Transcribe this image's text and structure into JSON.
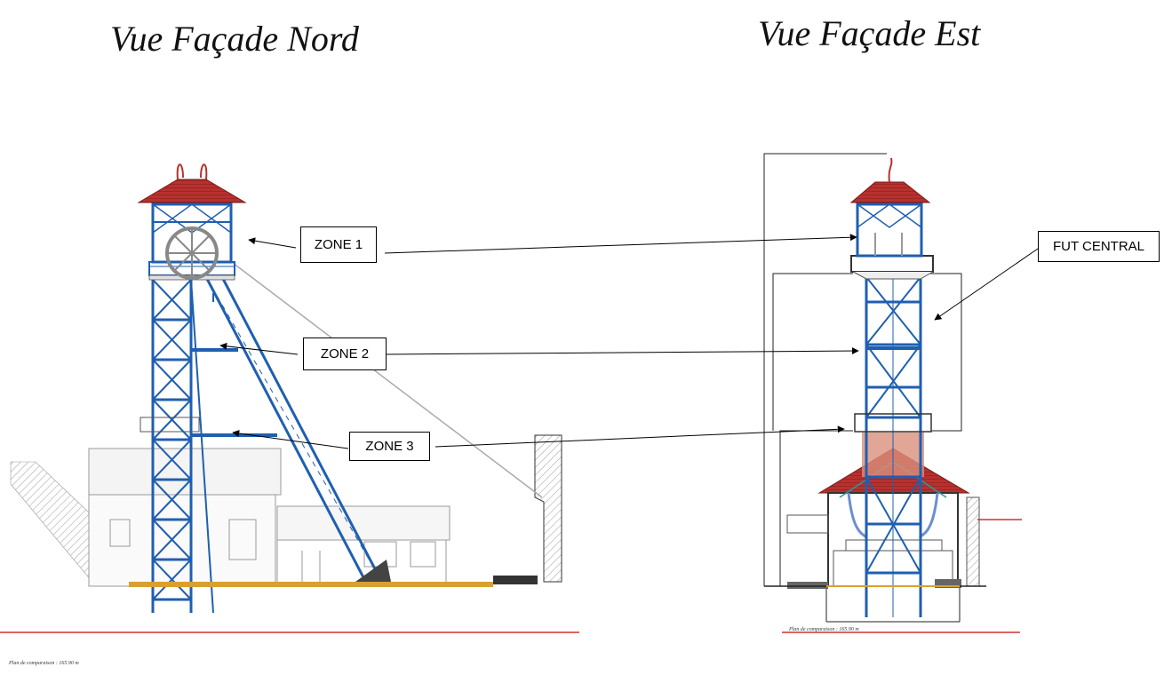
{
  "titles": {
    "north": "Vue Façade Nord",
    "east": "Vue Façade Est"
  },
  "callouts": {
    "zone1": "ZONE 1",
    "zone2": "ZONE 2",
    "zone3": "ZONE 3",
    "fut_central": "FUT CENTRAL"
  },
  "footnotes": {
    "north": "Plan de comparaison : 165.90 m",
    "east": "Plan de comparaison : 165.90 m"
  },
  "colors": {
    "structure": "#1f5fb0",
    "roof": "#b8302e",
    "ground": "#d8a030",
    "ground_line": "#d03030",
    "fut_band": "#d9907a",
    "outline": "#222222",
    "building": "#9a9a9a"
  }
}
